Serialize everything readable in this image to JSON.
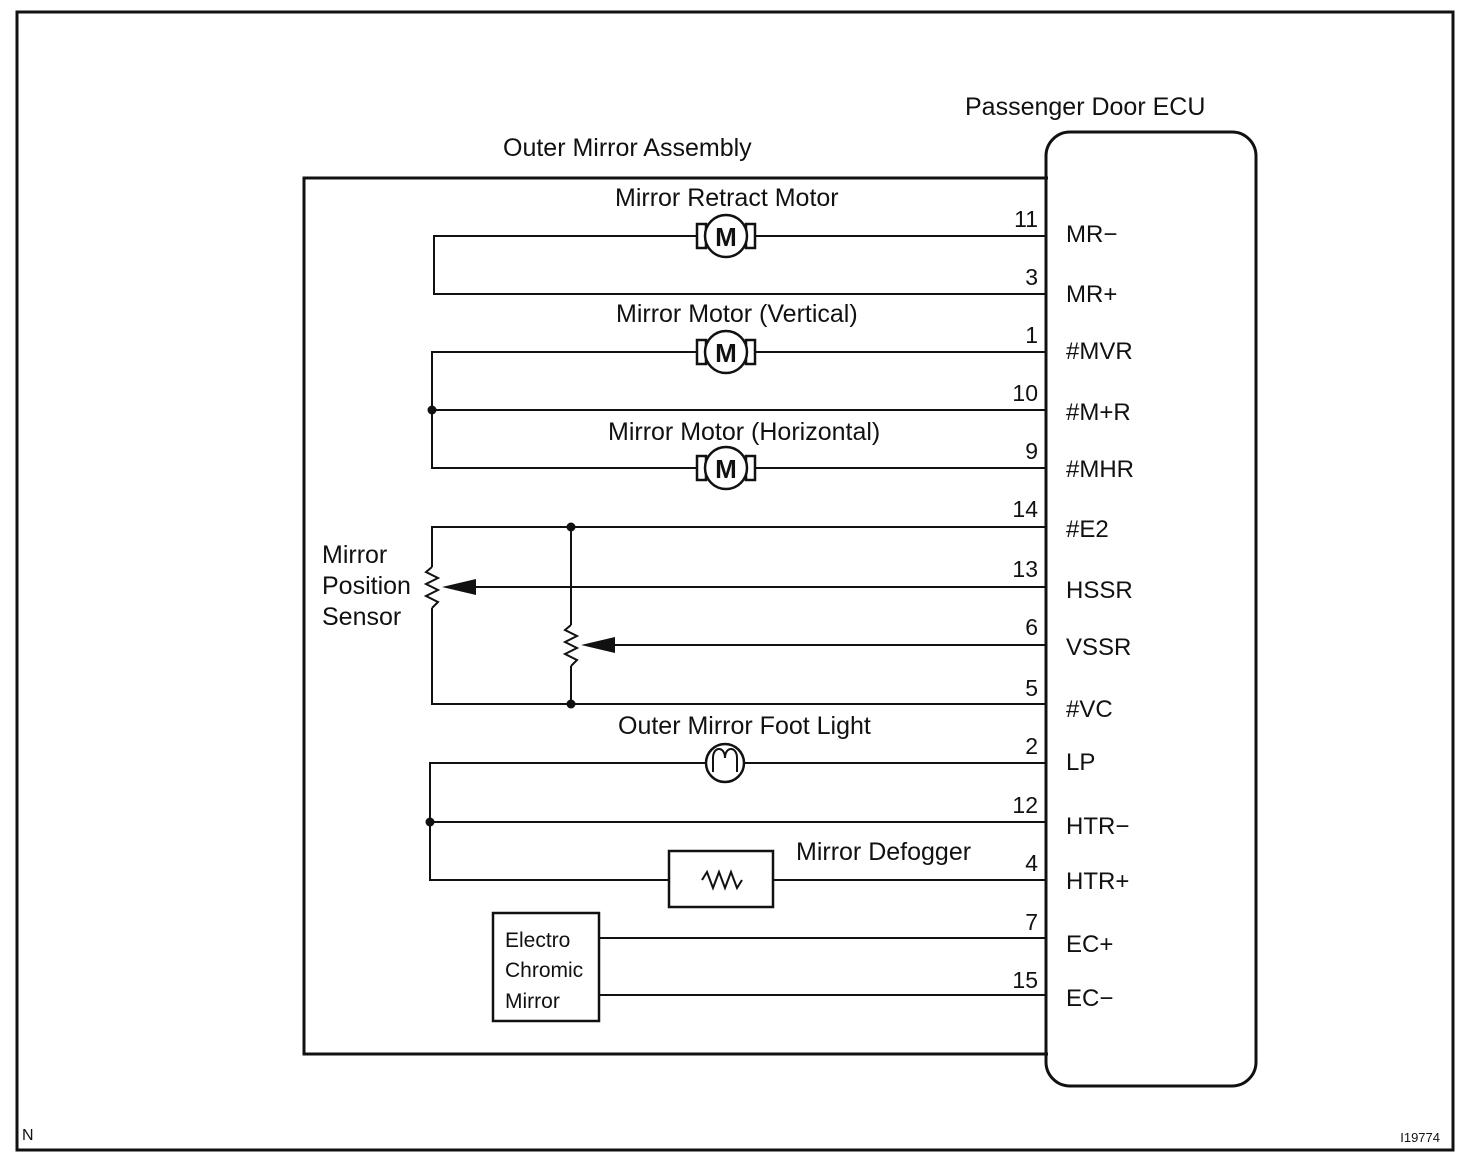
{
  "titles": {
    "ecu": "Passenger Door ECU",
    "assembly": "Outer Mirror Assembly"
  },
  "components": {
    "retract_motor": "Mirror Retract Motor",
    "motor_vertical": "Mirror Motor (Vertical)",
    "motor_horizontal": "Mirror Motor (Horizontal)",
    "position_sensor": [
      "Mirror",
      "Position",
      "Sensor"
    ],
    "foot_light": "Outer Mirror Foot Light",
    "defogger": "Mirror Defogger",
    "electro_chromic": [
      "Electro",
      "Chromic",
      "Mirror"
    ],
    "motor_symbol": "M"
  },
  "terminals": [
    {
      "pin": "11",
      "signal": "MR−"
    },
    {
      "pin": "3",
      "signal": "MR+"
    },
    {
      "pin": "1",
      "signal": "#MVR"
    },
    {
      "pin": "10",
      "signal": "#M+R"
    },
    {
      "pin": "9",
      "signal": "#MHR"
    },
    {
      "pin": "14",
      "signal": "#E2"
    },
    {
      "pin": "13",
      "signal": "HSSR"
    },
    {
      "pin": "6",
      "signal": "VSSR"
    },
    {
      "pin": "5",
      "signal": "#VC"
    },
    {
      "pin": "2",
      "signal": "LP"
    },
    {
      "pin": "12",
      "signal": "HTR−"
    },
    {
      "pin": "4",
      "signal": "HTR+"
    },
    {
      "pin": "7",
      "signal": "EC+"
    },
    {
      "pin": "15",
      "signal": "EC−"
    }
  ],
  "corner_left": "N",
  "corner_right": "I19774"
}
